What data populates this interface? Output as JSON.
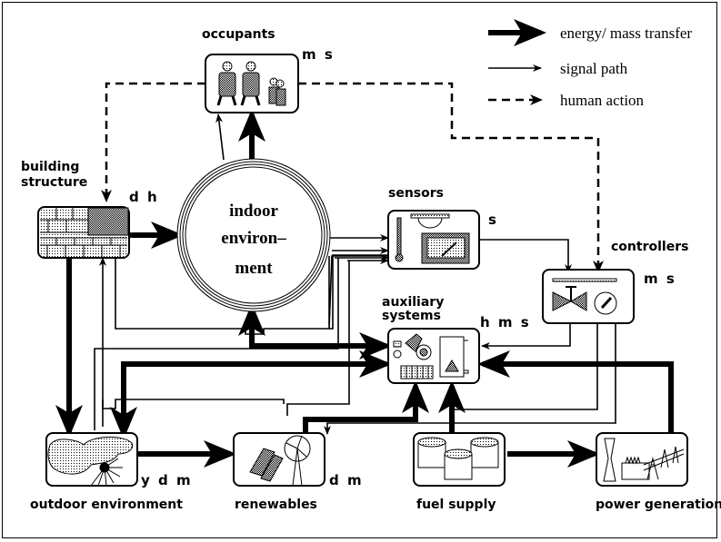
{
  "legend": {
    "items": [
      {
        "style": "thick-arrow",
        "label": "energy/ mass transfer"
      },
      {
        "style": "thin-arrow",
        "label": "signal path"
      },
      {
        "style": "dashed-arrow",
        "label": "human action"
      }
    ]
  },
  "nodes": {
    "occupants": {
      "label": "occupants",
      "code": "m s"
    },
    "building_structure": {
      "label_line1": "building",
      "label_line2": "structure",
      "code": "d h"
    },
    "indoor_environment": {
      "line1": "indoor",
      "line2": "environ–",
      "line3": "ment"
    },
    "sensors": {
      "label": "sensors",
      "code": "s"
    },
    "controllers": {
      "label": "controllers",
      "code": "m s"
    },
    "auxiliary_systems": {
      "label_line1": "auxiliary",
      "label_line2": "systems",
      "code": "h m s"
    },
    "outdoor_environment": {
      "label": "outdoor environment",
      "code": "y d m"
    },
    "renewables": {
      "label": "renewables",
      "code": "d m"
    },
    "fuel_supply": {
      "label": "fuel supply"
    },
    "power_generation": {
      "label": "power generation"
    }
  },
  "colors": {
    "ink": "#000000",
    "paper": "#ffffff",
    "stipple": "#9a9a9a"
  }
}
